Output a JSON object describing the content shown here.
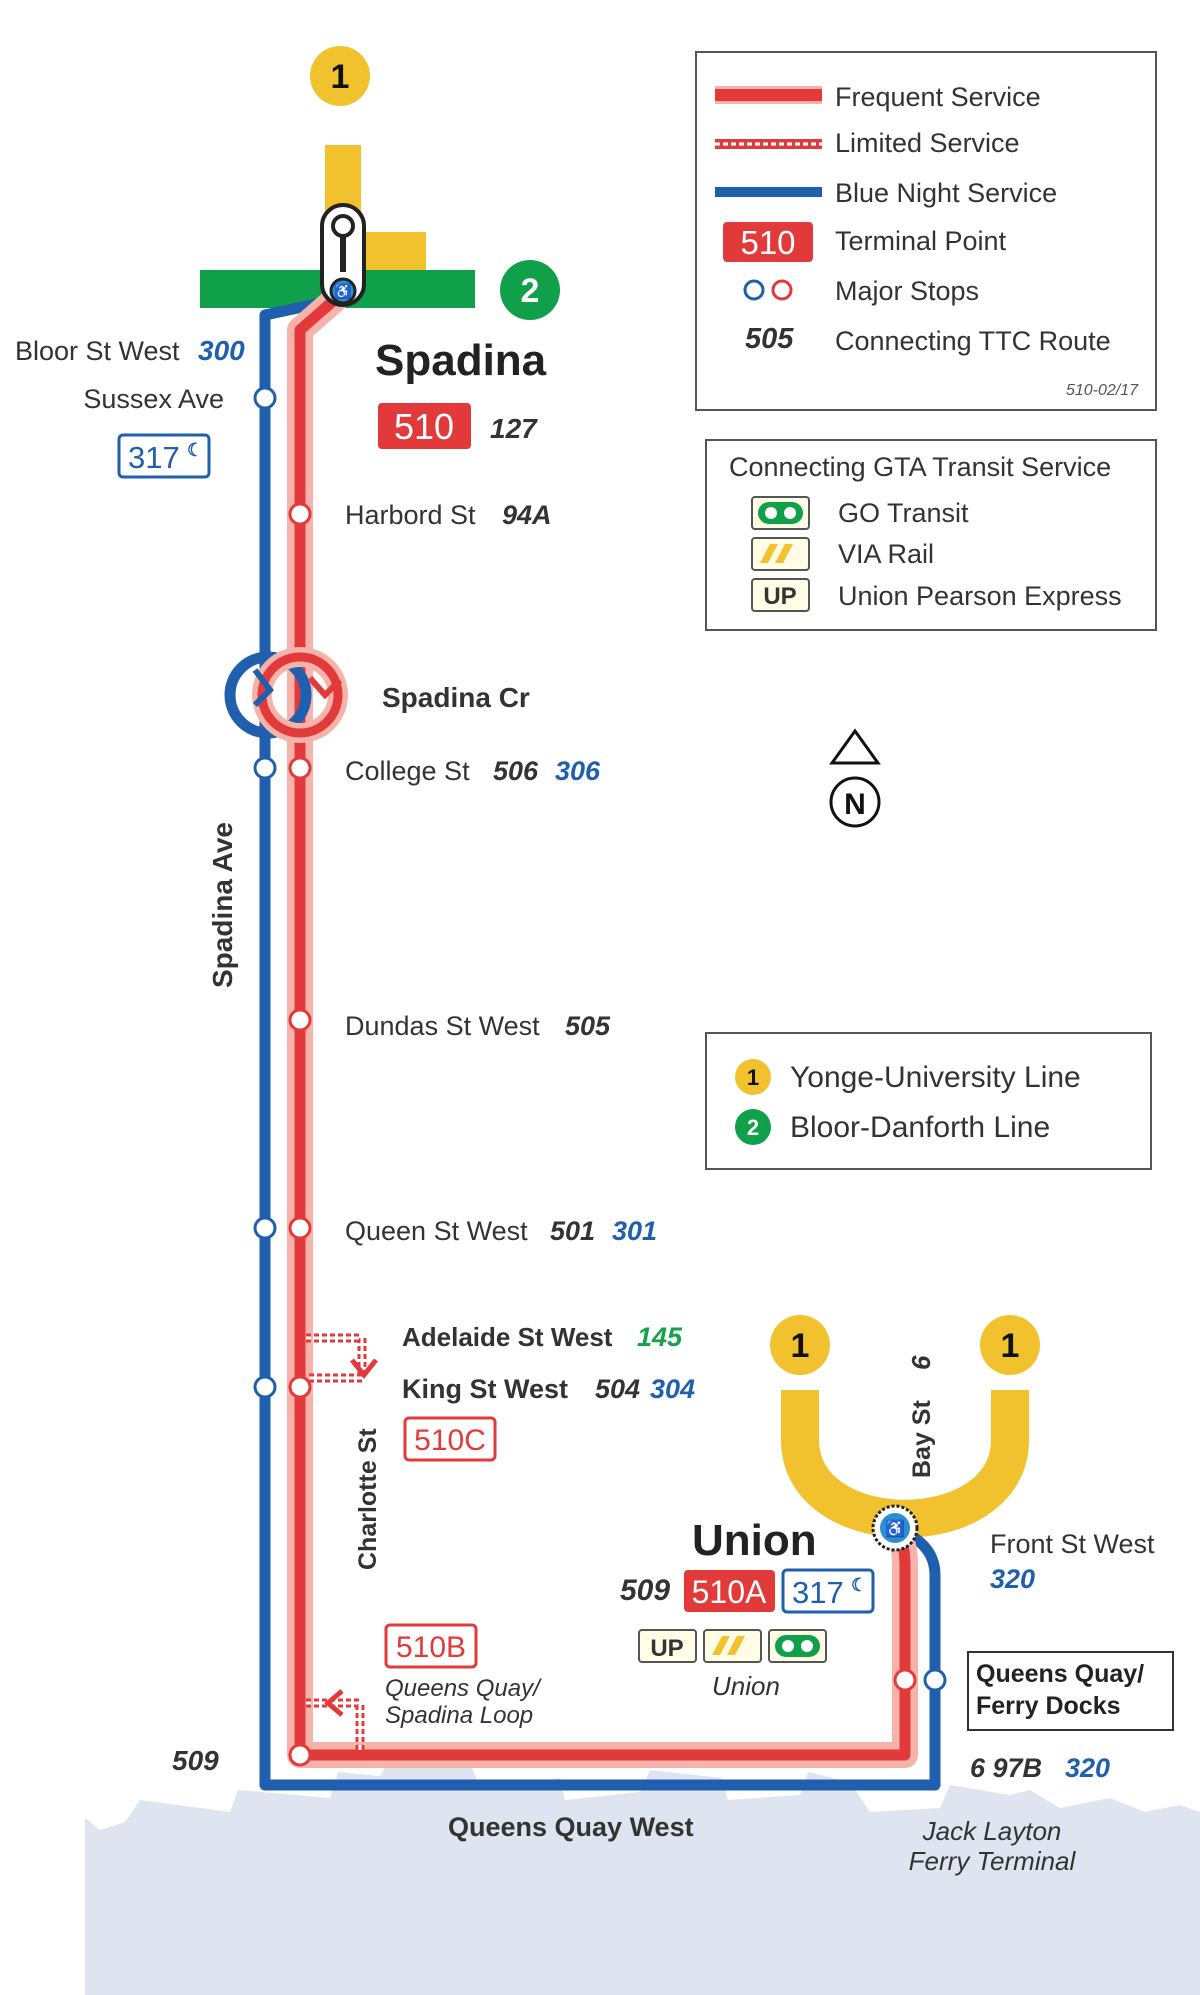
{
  "colors": {
    "frequent": "#e23a3a",
    "frequent_glow": "#f7b3aa",
    "limited": "#e23a3a",
    "blue_night": "#1f5fae",
    "line1_yellow": "#f2c12e",
    "line2_green": "#10a04a",
    "route_blue": "#1f5fae",
    "route_green": "#17a14a",
    "water": "#dfe5f0"
  },
  "legend": {
    "frequent": "Frequent Service",
    "limited": "Limited Service",
    "blue_night": "Blue Night Service",
    "terminal_badge": "510",
    "terminal": "Terminal Point",
    "major": "Major Stops",
    "connecting_code": "505",
    "connecting": "Connecting TTC Route",
    "code": "510-02/17"
  },
  "gta": {
    "title": "Connecting GTA Transit Service",
    "go": "GO Transit",
    "via": "VIA Rail",
    "up": "Union Pearson Express",
    "up_logo": "UP"
  },
  "north": "N",
  "lines_legend": {
    "line1_num": "1",
    "line1": "Yonge-University Line",
    "line2_num": "2",
    "line2": "Bloor-Danforth Line"
  },
  "subway": {
    "top_line1": "1",
    "top_line2": "2",
    "union_left": "1",
    "union_right": "1"
  },
  "stations": {
    "spadina": "Spadina",
    "spadina_badge": "510",
    "spadina_route": "127",
    "union": "Union",
    "union_route": "509",
    "union_badge": "510A",
    "union_night": "317",
    "union_sub": "Union",
    "union_up": "UP"
  },
  "stops": {
    "bloor": "Bloor St West",
    "bloor_route": "300",
    "sussex": "Sussex Ave",
    "sussex_night": "317",
    "harbord": "Harbord St",
    "harbord_route": "94A",
    "spadina_cr": "Spadina Cr",
    "college": "College St",
    "college_route": "506",
    "college_night": "306",
    "dundas": "Dundas St West",
    "dundas_route": "505",
    "queen": "Queen St West",
    "queen_route": "501",
    "queen_night": "301",
    "adelaide": "Adelaide St West",
    "adelaide_route": "145",
    "king": "King St West",
    "king_route": "504",
    "king_night": "304",
    "king_badge": "510C",
    "charlotte": "Charlotte St",
    "loop_badge": "510B",
    "loop_1": "Queens Quay/",
    "loop_2": "Spadina Loop",
    "sw_route": "509",
    "front": "Front St West",
    "front_night": "320",
    "bay": "Bay St",
    "bay_route": "6",
    "qq_ferry_1": "Queens Quay/",
    "qq_ferry_2": "Ferry Docks",
    "ferry_routes": "6  97B",
    "ferry_night": "320",
    "jack_1": "Jack Layton",
    "jack_2": "Ferry Terminal"
  },
  "streets": {
    "spadina_ave": "Spadina Ave",
    "queens_quay_west": "Queens Quay West"
  }
}
